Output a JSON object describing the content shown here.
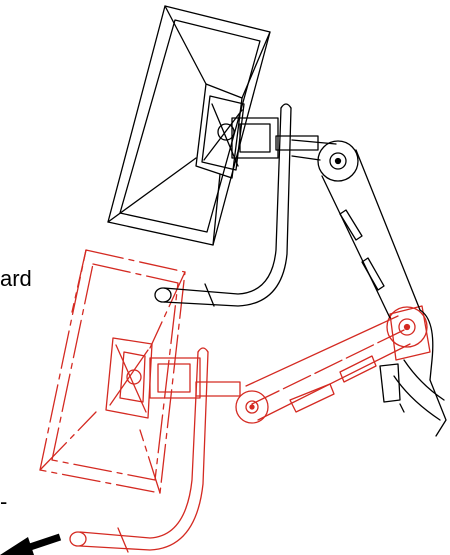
{
  "diagram": {
    "caption_fragment": "ard",
    "caption_fragment_2": "-",
    "colors": {
      "upper_position": "#000000",
      "lower_position": "#d42a22",
      "direction_arrow": "#000000",
      "background": "#ffffff"
    },
    "parts": {
      "upper": [
        "monitor",
        "vesa-mount",
        "handle",
        "upper-arm",
        "lower-arm",
        "pivot-joints",
        "clamp-base"
      ],
      "lower": [
        "monitor-outline",
        "vesa-mount",
        "handle",
        "arm",
        "pivot-joints"
      ],
      "arrow": "pull-direction-arrow"
    }
  }
}
